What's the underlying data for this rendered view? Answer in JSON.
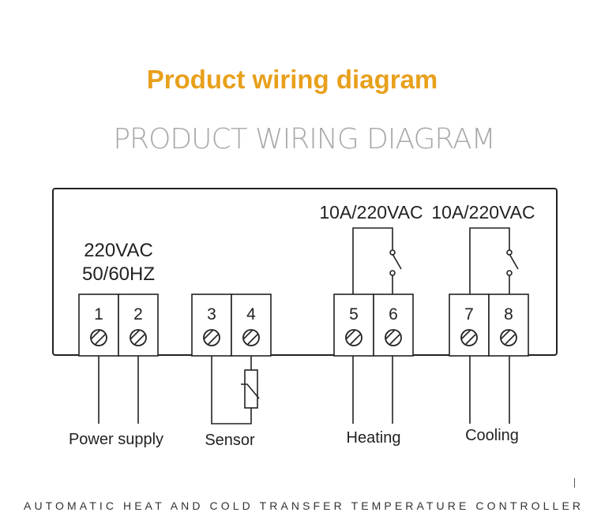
{
  "title": "Product wiring diagram",
  "subtitle": "PRODUCT WIRING DIAGRAM",
  "footer": "AUTOMATIC HEAT AND COLD TRANSFER TEMPERATURE CONTROLLER",
  "power": {
    "voltage": "220VAC",
    "frequency": "50/60HZ"
  },
  "relays": [
    {
      "rating": "10A/220VAC"
    },
    {
      "rating": "10A/220VAC"
    }
  ],
  "terminals": [
    "1",
    "2",
    "3",
    "4",
    "5",
    "6",
    "7",
    "8"
  ],
  "labels": {
    "power_supply": "Power supply",
    "sensor": "Sensor",
    "heating": "Heating",
    "cooling": "Cooling"
  }
}
